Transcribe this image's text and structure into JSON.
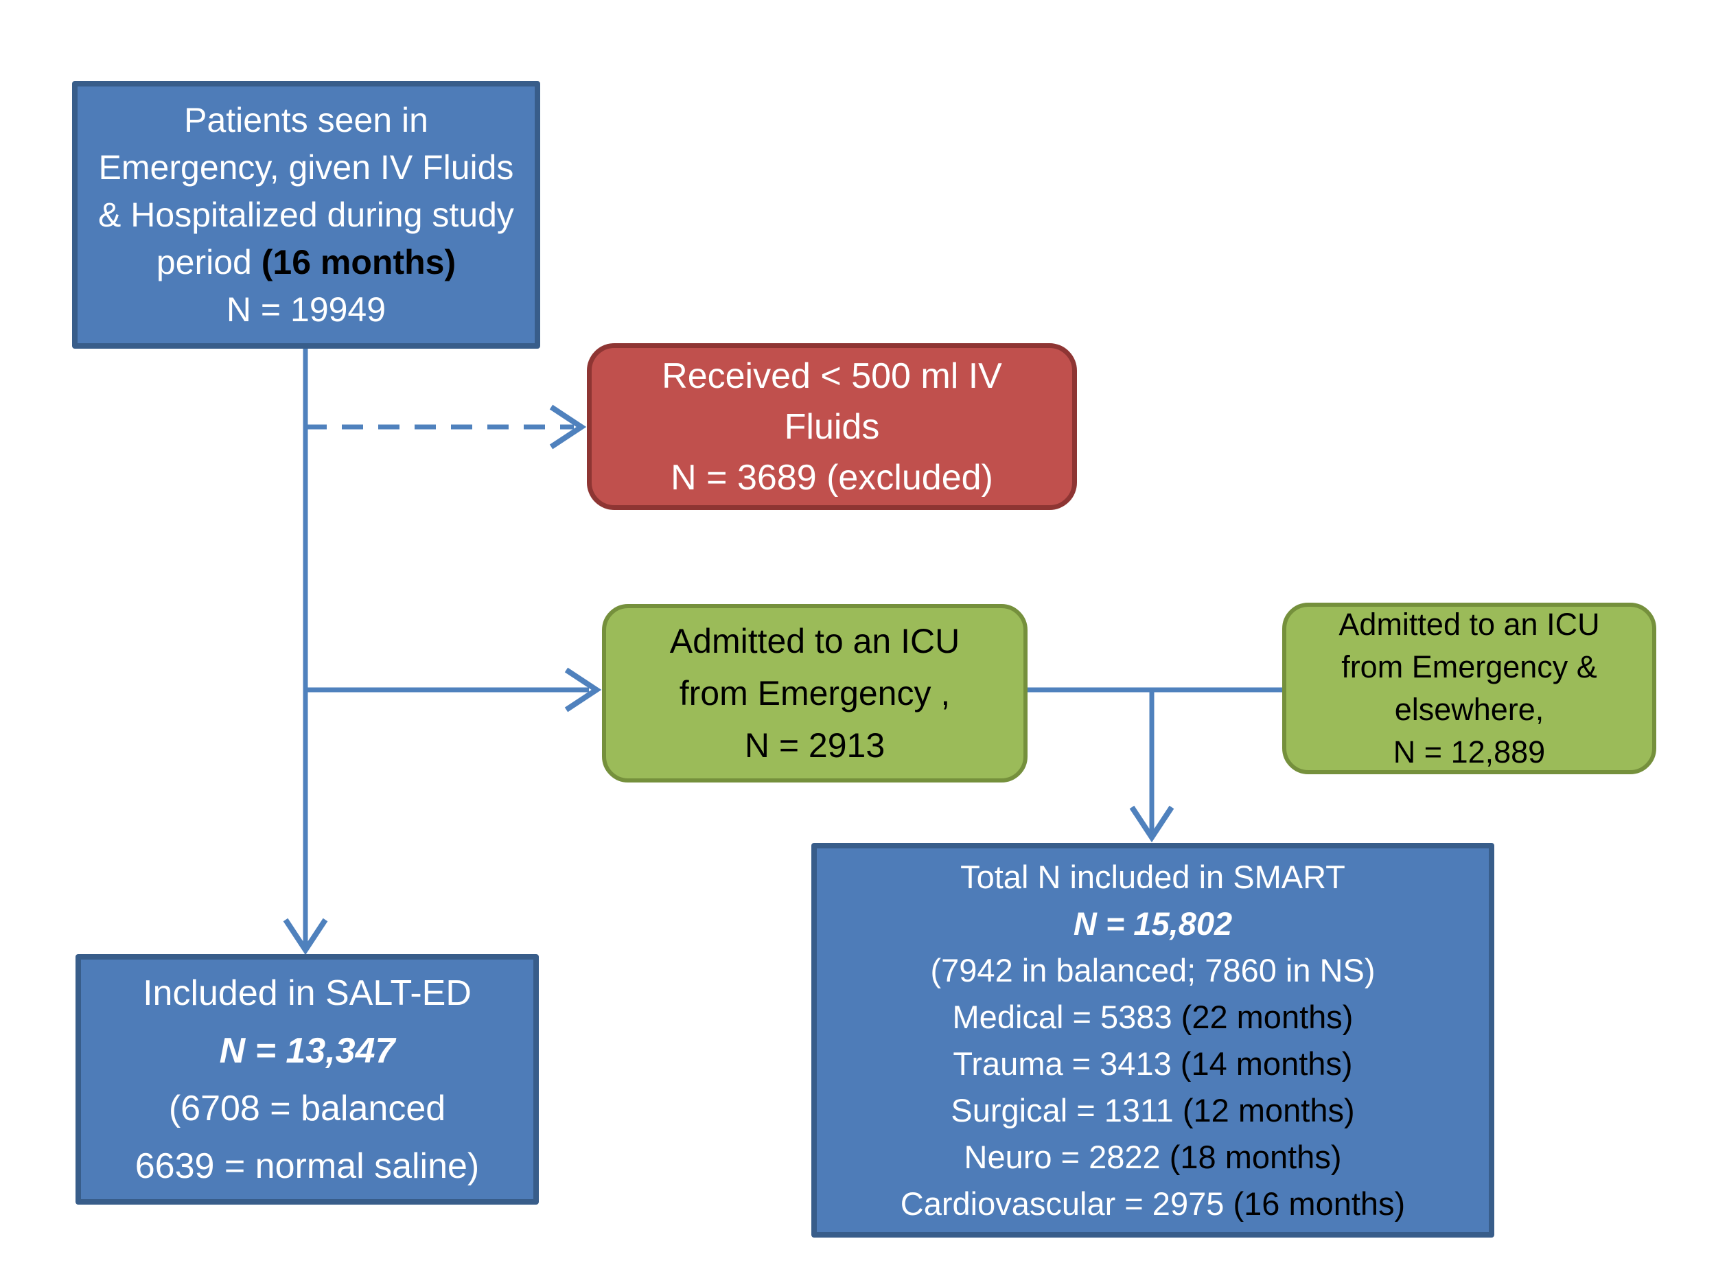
{
  "colors": {
    "blue_fill": "#4E7CB8",
    "blue_border": "#385D8A",
    "red_fill": "#C0504D",
    "red_border": "#8E3533",
    "green_fill": "#9BBB59",
    "green_border": "#75903C",
    "arrow": "#4F81BD",
    "text_light": "#FFFFFF",
    "text_dark": "#000000"
  },
  "boxes": {
    "patients": {
      "line1": "Patients seen in",
      "line2": "Emergency, given IV Fluids",
      "line3": "& Hospitalized during study",
      "line4_pre": "period ",
      "line4_bold": "(16 months)",
      "line5": "N = 19949"
    },
    "excluded": {
      "line1": "Received < 500 ml IV",
      "line2": "Fluids",
      "line3": "N = 3689 (excluded)"
    },
    "icu_ed": {
      "line1": "Admitted to an ICU",
      "line2": "from Emergency ,",
      "line3": "N = 2913"
    },
    "icu_all": {
      "line1": "Admitted to an ICU",
      "line2": "from Emergency &",
      "line3": "elsewhere,",
      "line4": "N = 12,889"
    },
    "salted": {
      "line1": "Included in SALT-ED",
      "line2": "N = 13,347",
      "line3": "(6708 = balanced",
      "line4": "6639 = normal saline)"
    },
    "smart": {
      "line1": "Total N included in SMART",
      "line2": "N = 15,802",
      "line3": "(7942 in balanced; 7860 in NS)",
      "cohorts": [
        {
          "label": "Medical = 5383 ",
          "months": "(22 months)"
        },
        {
          "label": "Trauma = 3413 ",
          "months": "(14 months)"
        },
        {
          "label": "Surgical = 1311 ",
          "months": "(12 months)"
        },
        {
          "label": "Neuro = 2822 ",
          "months": "(18 months)"
        },
        {
          "label": "Cardiovascular = 2975 ",
          "months": "(16 months)"
        }
      ]
    }
  }
}
